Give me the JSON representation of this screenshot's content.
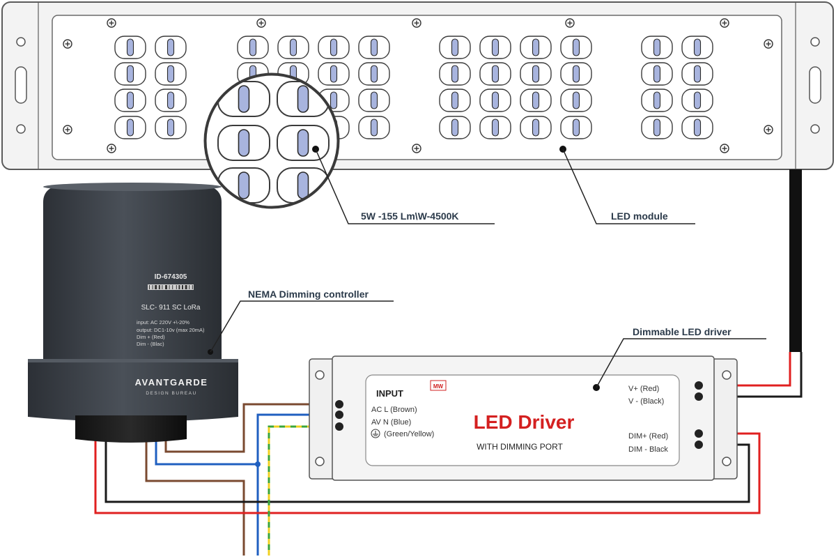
{
  "callouts": {
    "led_spec": "5W -155 Lm\\W-4500K",
    "led_module": "LED module",
    "nema_controller": "NEMA Dimming controller",
    "dimmable_driver": "Dimmable LED driver"
  },
  "controller": {
    "id": "ID-674305",
    "model": "SLC- 911 SC LoRa",
    "spec_lines": [
      "input: AC 220V +\\-20%",
      "output: DC1-10v (max 20mA)",
      "Dim + (Red)",
      "Dim - (Blac)"
    ],
    "brand": "AVANTGARDE",
    "brand_sub": "DESIGN BUREAU"
  },
  "driver": {
    "input_label": "INPUT",
    "brand_badge": "MW",
    "title": "LED Driver",
    "subtitle": "WITH DIMMING PORT",
    "inputs": [
      "AC L (Brown)",
      "AV N (Blue)",
      "(Green/Yellow)"
    ],
    "outputs": [
      "V+ (Red)",
      "V - (Black)"
    ],
    "dim": [
      "DIM+ (Red)",
      "DIM - Black"
    ]
  },
  "colors": {
    "wire_red": "#e02020",
    "wire_black": "#1a1a1a",
    "wire_brown": "#7a4a30",
    "wire_blue": "#1f5fc0",
    "wire_green": "#3aa53a",
    "wire_yellow": "#f0d020",
    "led_lens": "#a8b4de",
    "controller_body": "#3f444b"
  }
}
